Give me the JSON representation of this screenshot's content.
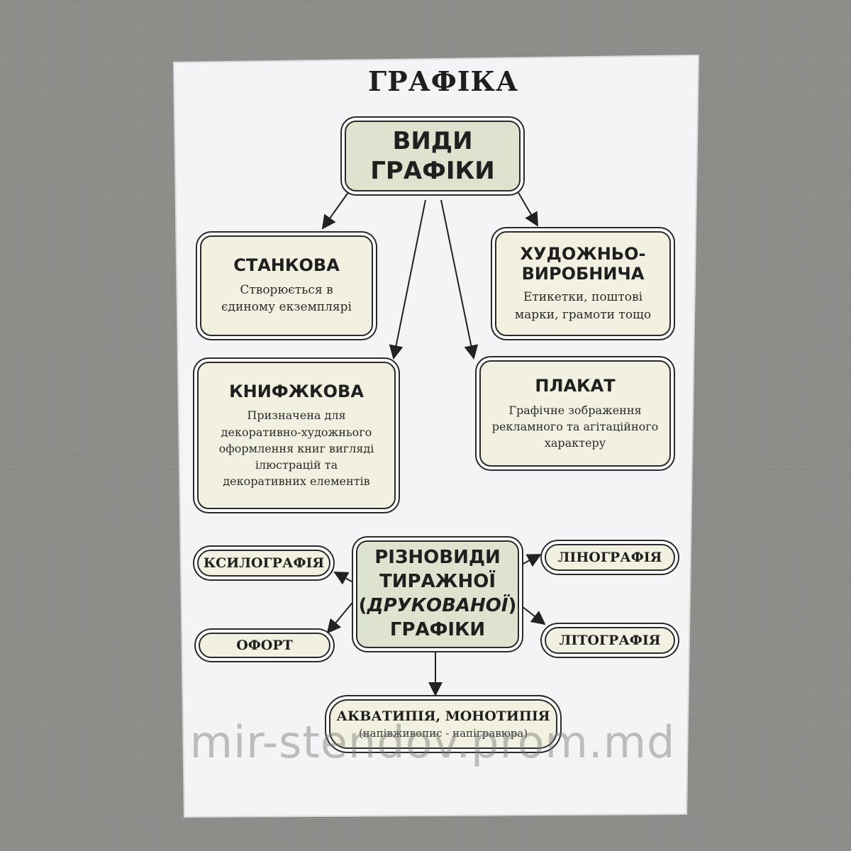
{
  "title": "ГРАФІКА",
  "main_node": {
    "label": "ВИДИ\nГРАФІКИ"
  },
  "categories": [
    {
      "title": "СТАНКОВА",
      "text": "Створюється в\nєдиному екземплярі"
    },
    {
      "title": "ХУДОЖНЬО-\nВИРОБНИЧА",
      "text": "Етикетки, поштові\nмарки, грамоти тощо"
    },
    {
      "title": "КНИФЖКОВА",
      "text": "Призначена для\nдекоративно-художнього\nоформлення книг вигляді\nілюстрацій та\nдекоративних елементів"
    },
    {
      "title": "ПЛАКАТ",
      "text": "Графічне зображення\nрекламного та агітаційного\nхарактеру"
    }
  ],
  "print_node": {
    "line1": "РІЗНОВИДИ\nТИРАЖНОЇ",
    "line2_paren_open": "(",
    "line2": "ДРУКОВАНОЇ",
    "line2_paren_close": ")",
    "line3": "ГРАФІКИ"
  },
  "print_types": [
    {
      "label": "КСИЛОГРАФІЯ"
    },
    {
      "label": "ЛІНОГРАФІЯ"
    },
    {
      "label": "ОФОРТ"
    },
    {
      "label": "ЛІТОГРАФІЯ"
    }
  ],
  "bottom_node": {
    "title": "АКВАТИПІЯ, МОНОТИПІЯ",
    "subtitle": "(напівживопис - напігравюра)"
  },
  "watermark": "mir-stendov.prom.md"
}
